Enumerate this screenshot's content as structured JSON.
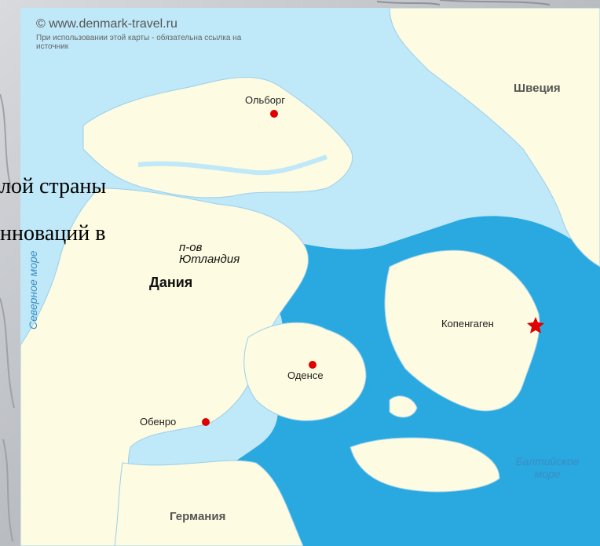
{
  "watermark": {
    "url": "© www.denmark-travel.ru",
    "note": "При использовании этой карты - обязательна ссылка на источник"
  },
  "labels": {
    "sweden": "Швеция",
    "germany": "Германия",
    "denmark": "Дания",
    "peninsula": "п-ов Ютландия",
    "north_sea": "Северное море",
    "baltic_sea": "Балтийское море"
  },
  "cities": [
    {
      "name": "Ольборг",
      "marker": "dot"
    },
    {
      "name": "Копенгаген",
      "marker": "star"
    },
    {
      "name": "Оденсе",
      "marker": "dot"
    },
    {
      "name": "Обенро",
      "marker": "dot"
    }
  ],
  "overlay_text": [
    "лой страны",
    "нноваций в"
  ],
  "colors": {
    "water": "#bfe8f8",
    "land": "#fdfbe1",
    "deep_water": "#2aa8e0",
    "city_marker": "#e00000"
  }
}
